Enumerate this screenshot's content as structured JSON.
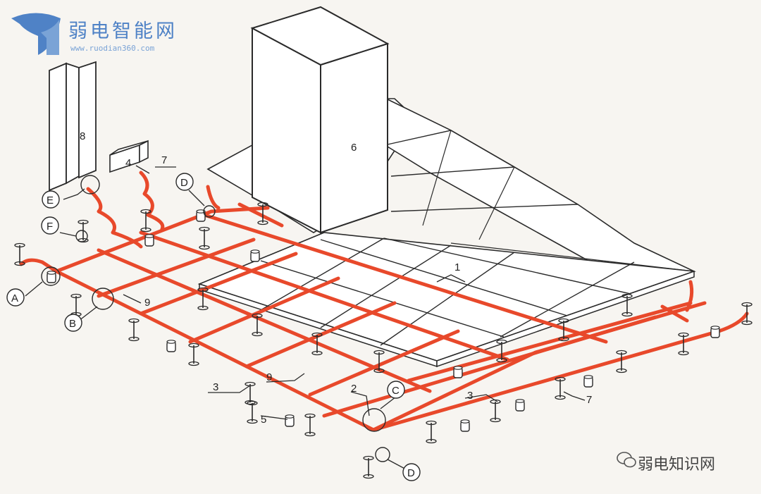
{
  "logo": {
    "title": "弱电智能网",
    "url": "www.ruodian360.com",
    "brand_color": "#4f82c6"
  },
  "watermark": {
    "text": "弱电知识网",
    "icon": "wechat-icon"
  },
  "colors": {
    "wire": "#e8492b",
    "line": "#2a2a2a"
  },
  "labels": {
    "l1": "1",
    "l2": "2",
    "l3a": "3",
    "l3b": "3",
    "l4": "4",
    "l5": "5",
    "l6": "6",
    "l7a": "7",
    "l7b": "7",
    "l8": "8",
    "l9a": "9",
    "l9b": "9",
    "cA": "A",
    "cB": "B",
    "cC": "C",
    "cD1": "D",
    "cD2": "D",
    "cE": "E",
    "cF": "F"
  }
}
